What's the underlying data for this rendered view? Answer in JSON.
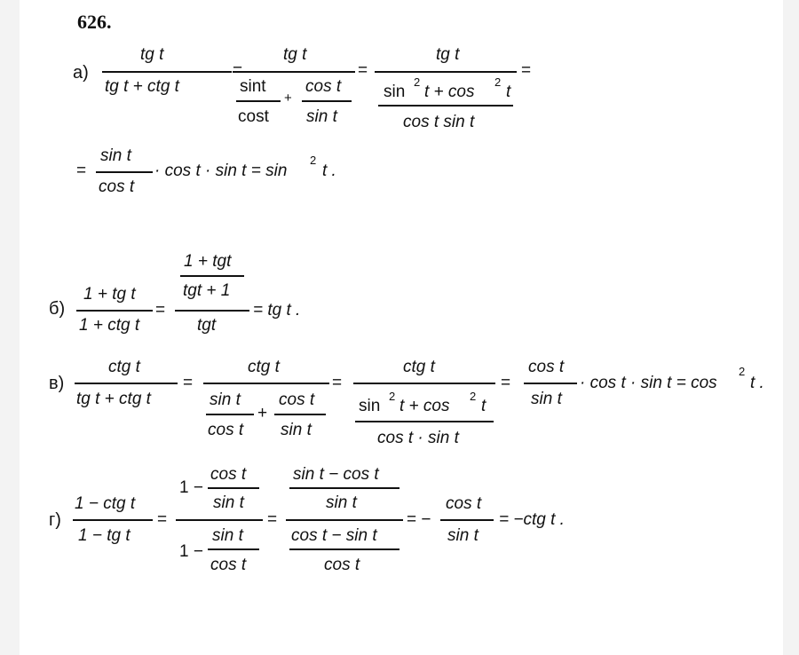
{
  "problem_number": "626.",
  "a": {
    "label": "а)",
    "l1_num": "tg t",
    "l1_den": "tg t + ctg t",
    "eq": "=",
    "l2_num": "tg t",
    "l2_f1_num": "sint",
    "l2_f1_den": "cost",
    "plus": "+",
    "l2_f2_num": "cos t",
    "l2_f2_den": "sin t",
    "l3_num": "tg t",
    "l3_den_a": "sin",
    "l3_den_b": "t + cos",
    "l3_den_c": "t",
    "l3_den_den": "cos t sin t",
    "sq": "2",
    "r2_num": "sin t",
    "r2_den": "cos t",
    "r2_tail": "· cos t · sin t = sin",
    "r2_end": "t ."
  },
  "b": {
    "label": "б)",
    "l1_num": "1 + tg t",
    "l1_den": "1 + ctg t",
    "eq": "=",
    "l2_top_num": "1 + tgt",
    "l2_top_den": "tgt + 1",
    "l2_den": "tgt",
    "tail": "= tg t ."
  },
  "v": {
    "label": "в)",
    "l1_num": "ctg t",
    "l1_den": "tg t + ctg t",
    "eq": "=",
    "l2_num": "ctg t",
    "l2_f1_num": "sin t",
    "l2_f1_den": "cos t",
    "plus": "+",
    "l2_f2_num": "cos t",
    "l2_f2_den": "sin t",
    "l3_num": "ctg t",
    "l3_a": "sin",
    "l3_b": "t + cos",
    "l3_c": "t",
    "l3_den": "cos t · sin t",
    "sq": "2",
    "l4_num": "cos t",
    "l4_den": "sin t",
    "tail_a": "· cos t · sin t = cos",
    "tail_b": "t ."
  },
  "g": {
    "label": "г)",
    "l1_num": "1 − ctg t",
    "l1_den": "1 − tg t",
    "eq": "=",
    "one_minus": "1 −",
    "f1_num": "cos t",
    "f1_den": "sin t",
    "f2_num": "sin t",
    "f2_den": "cos t",
    "l3_num": "sin t − cos t",
    "l3_num_den": "sin t",
    "l3_den": "cos t − sin t",
    "l3_den_den": "cos t",
    "neg_eq": "= −",
    "l4_num": "cos t",
    "l4_den": "sin t",
    "tail": "= −ctg t ."
  }
}
